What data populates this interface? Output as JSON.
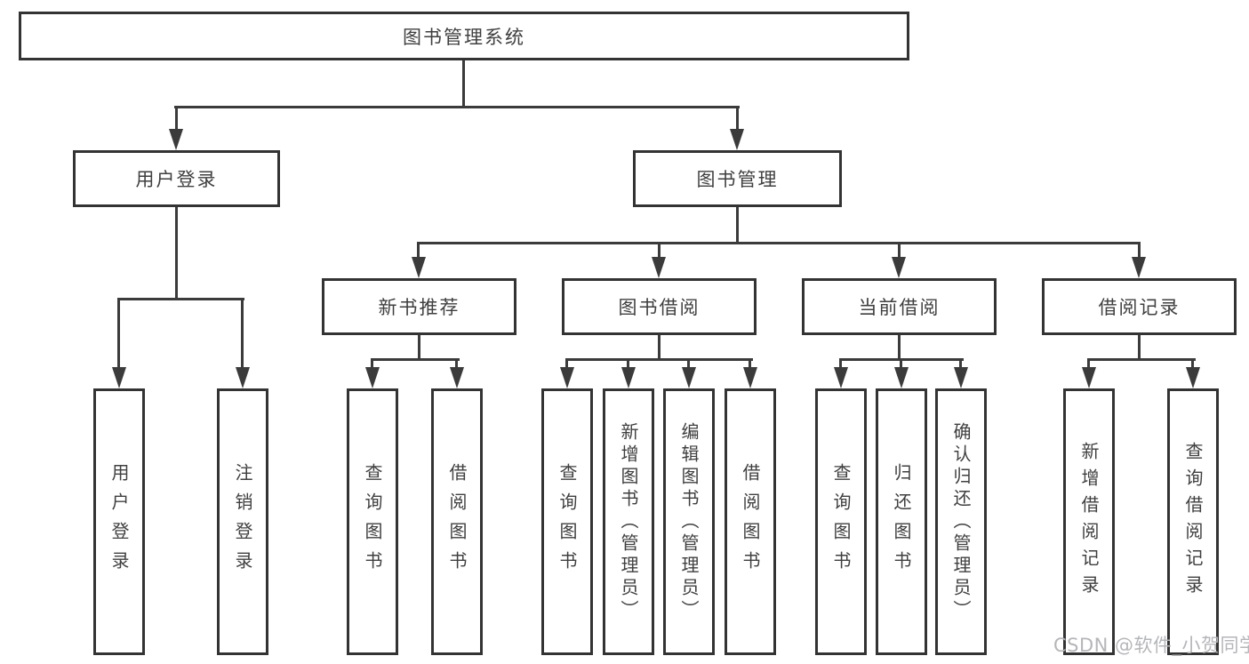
{
  "diagram": {
    "root": {
      "label": "图书管理系统"
    },
    "branches": [
      {
        "label": "用户登录",
        "children": [
          {
            "label": "用户登录"
          },
          {
            "label": "注销登录"
          }
        ]
      },
      {
        "label": "图书管理",
        "children": [
          {
            "label": "新书推荐",
            "children": [
              {
                "label": "查询图书"
              },
              {
                "label": "借阅图书"
              }
            ]
          },
          {
            "label": "图书借阅",
            "children": [
              {
                "label": "查询图书"
              },
              {
                "label": "新增图书（管理员）"
              },
              {
                "label": "编辑图书（管理员）"
              },
              {
                "label": "借阅图书"
              }
            ]
          },
          {
            "label": "当前借阅",
            "children": [
              {
                "label": "查询图书"
              },
              {
                "label": "归还图书"
              },
              {
                "label": "确认归还（管理员）"
              }
            ]
          },
          {
            "label": "借阅记录",
            "children": [
              {
                "label": "新增借阅记录"
              },
              {
                "label": "查询借阅记录"
              }
            ]
          }
        ]
      }
    ]
  },
  "watermark": {
    "text": "CSDN @软件_小贺同学"
  },
  "colors": {
    "line": "#3b3b3b",
    "border": "#333333",
    "text": "#3f3f3f",
    "watermark": "#b5b6ba",
    "background": "#ffffff"
  }
}
